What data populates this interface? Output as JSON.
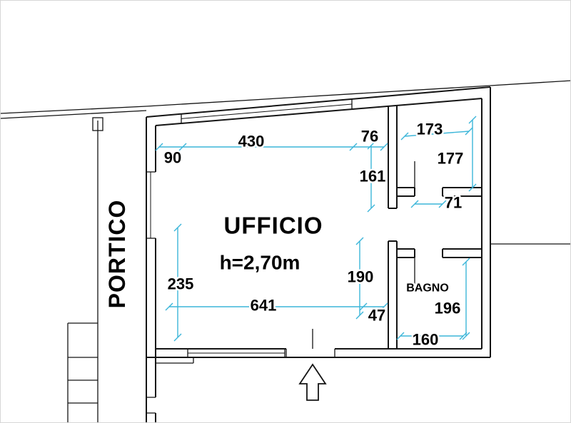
{
  "labels": {
    "portico": "PORTICO",
    "ufficio": "UFFICIO",
    "height_note": "h=2,70m",
    "bagno": "BAGNO"
  },
  "dims": {
    "top_window": "430",
    "top_left_pier": "90",
    "top_right_pier": "76",
    "right_upper": "161",
    "storage_width": "173",
    "storage_depth": "177",
    "door_width": "71",
    "left_opening": "235",
    "right_lower": "190",
    "room_width": "641",
    "corner": "47",
    "bath_depth": "196",
    "bath_width": "160"
  },
  "colors": {
    "wall": "#141414",
    "dimension": "#3cb6d9",
    "background": "#ffffff"
  }
}
